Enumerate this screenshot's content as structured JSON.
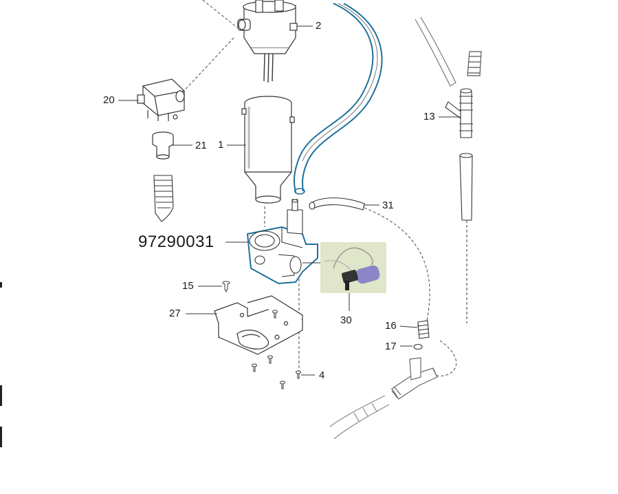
{
  "diagram": {
    "callouts": [
      {
        "id": "c2",
        "text": "2"
      },
      {
        "id": "c20",
        "text": "20"
      },
      {
        "id": "c21",
        "text": "21"
      },
      {
        "id": "c1",
        "text": "1"
      },
      {
        "id": "c13",
        "text": "13"
      },
      {
        "id": "c31",
        "text": "31"
      },
      {
        "id": "c97290031",
        "text": "97290031"
      },
      {
        "id": "c15",
        "text": "15"
      },
      {
        "id": "c30",
        "text": "30"
      },
      {
        "id": "c27",
        "text": "27"
      },
      {
        "id": "c16",
        "text": "16"
      },
      {
        "id": "c17",
        "text": "17"
      },
      {
        "id": "c4",
        "text": "4"
      }
    ],
    "colors": {
      "line": "#333333",
      "highlight": "#1e6f9c",
      "photo_bg": "#dfe6c9",
      "photo_part": "#8c86c8"
    }
  }
}
